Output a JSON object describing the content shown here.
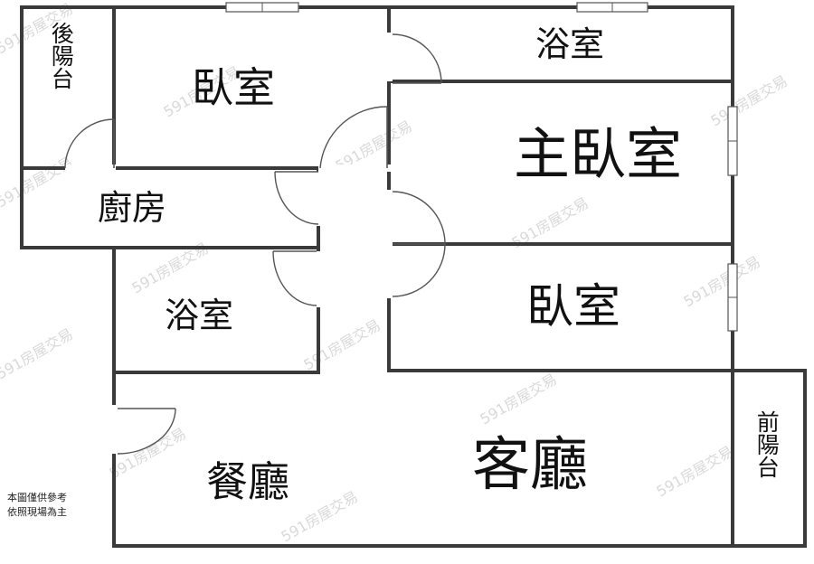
{
  "rooms": {
    "rear_balcony": "後陽台",
    "bedroom_top": "臥室",
    "bathroom_top": "浴室",
    "master_bedroom": "主臥室",
    "kitchen": "廚房",
    "bathroom_mid": "浴室",
    "bedroom_mid": "臥室",
    "dining": "餐廳",
    "living": "客廳",
    "front_balcony": "前陽台"
  },
  "note": {
    "line1": "本圖僅供參考",
    "line2": "依照現場為主"
  },
  "watermark": "591房屋交易"
}
